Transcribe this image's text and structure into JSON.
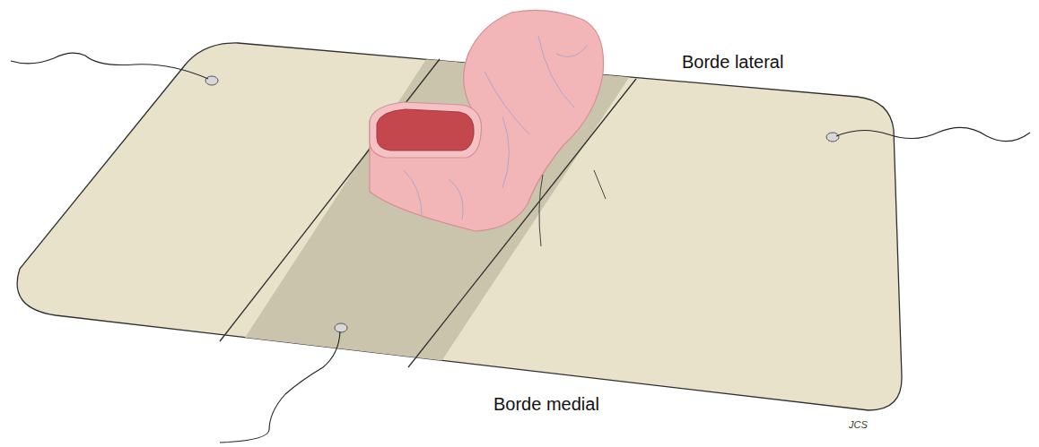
{
  "diagram": {
    "labels": [
      "Borde lateral",
      "Borde medial",
      "JCS"
    ]
  }
}
